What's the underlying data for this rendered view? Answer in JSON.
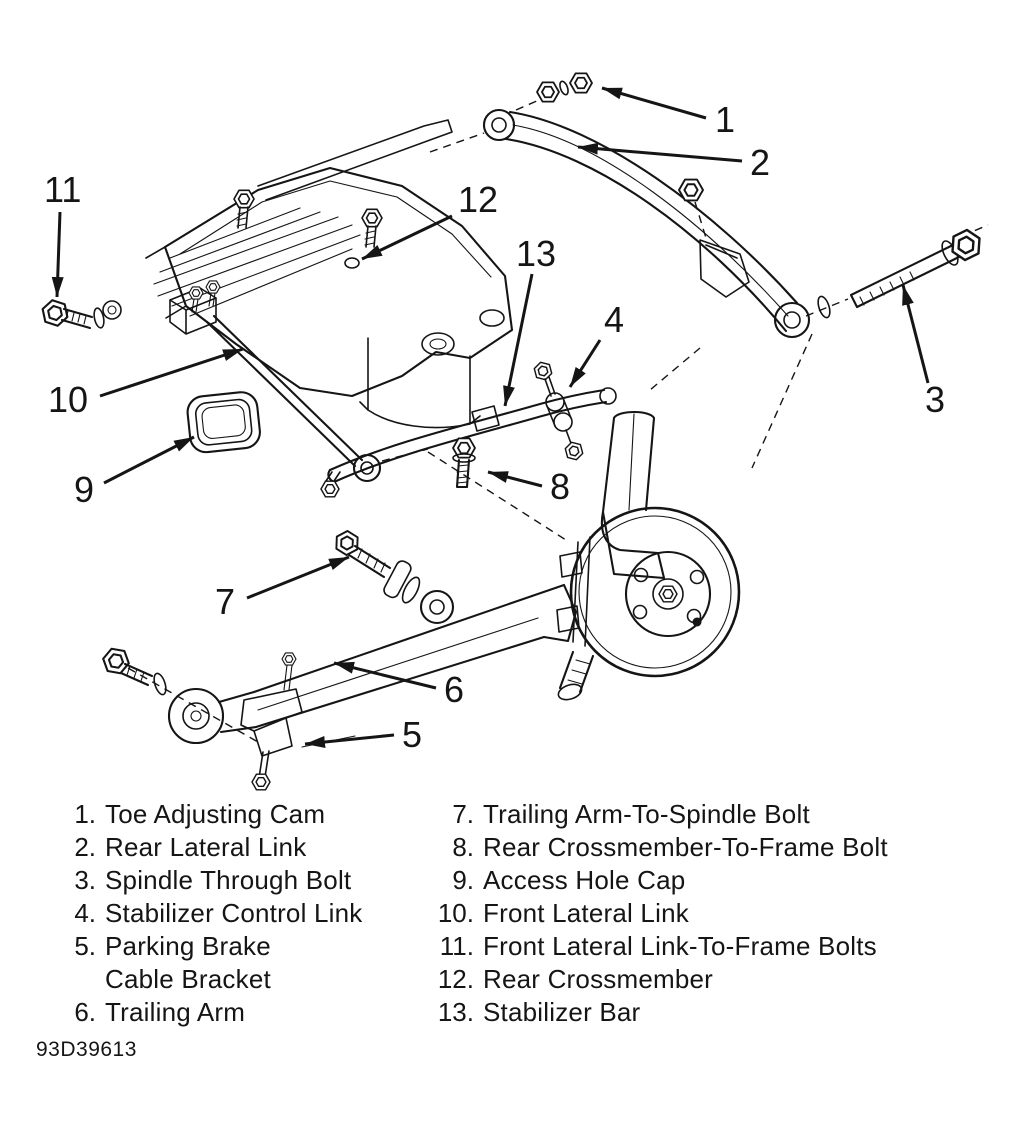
{
  "figure_id": "93D39613",
  "colors": {
    "ink": "#151515",
    "paper": "#ffffff"
  },
  "callouts": [
    "1",
    "2",
    "3",
    "4",
    "5",
    "6",
    "7",
    "8",
    "9",
    "10",
    "11",
    "12",
    "13"
  ],
  "legend": {
    "left": [
      {
        "num": "1.",
        "label": "Toe Adjusting Cam"
      },
      {
        "num": "2.",
        "label": "Rear Lateral Link"
      },
      {
        "num": "3.",
        "label": "Spindle Through Bolt"
      },
      {
        "num": "4.",
        "label": "Stabilizer Control Link"
      },
      {
        "num": "5.",
        "label": "Parking Brake\nCable Bracket"
      },
      {
        "num": "6.",
        "label": "Trailing Arm"
      }
    ],
    "right": [
      {
        "num": "7.",
        "label": "Trailing Arm-To-Spindle Bolt"
      },
      {
        "num": "8.",
        "label": "Rear Crossmember-To-Frame Bolt"
      },
      {
        "num": "9.",
        "label": "Access Hole Cap"
      },
      {
        "num": "10.",
        "label": "Front Lateral Link"
      },
      {
        "num": "11.",
        "label": "Front Lateral Link-To-Frame Bolts"
      },
      {
        "num": "12.",
        "label": "Rear Crossmember"
      },
      {
        "num": "13.",
        "label": "Stabilizer Bar"
      }
    ]
  }
}
